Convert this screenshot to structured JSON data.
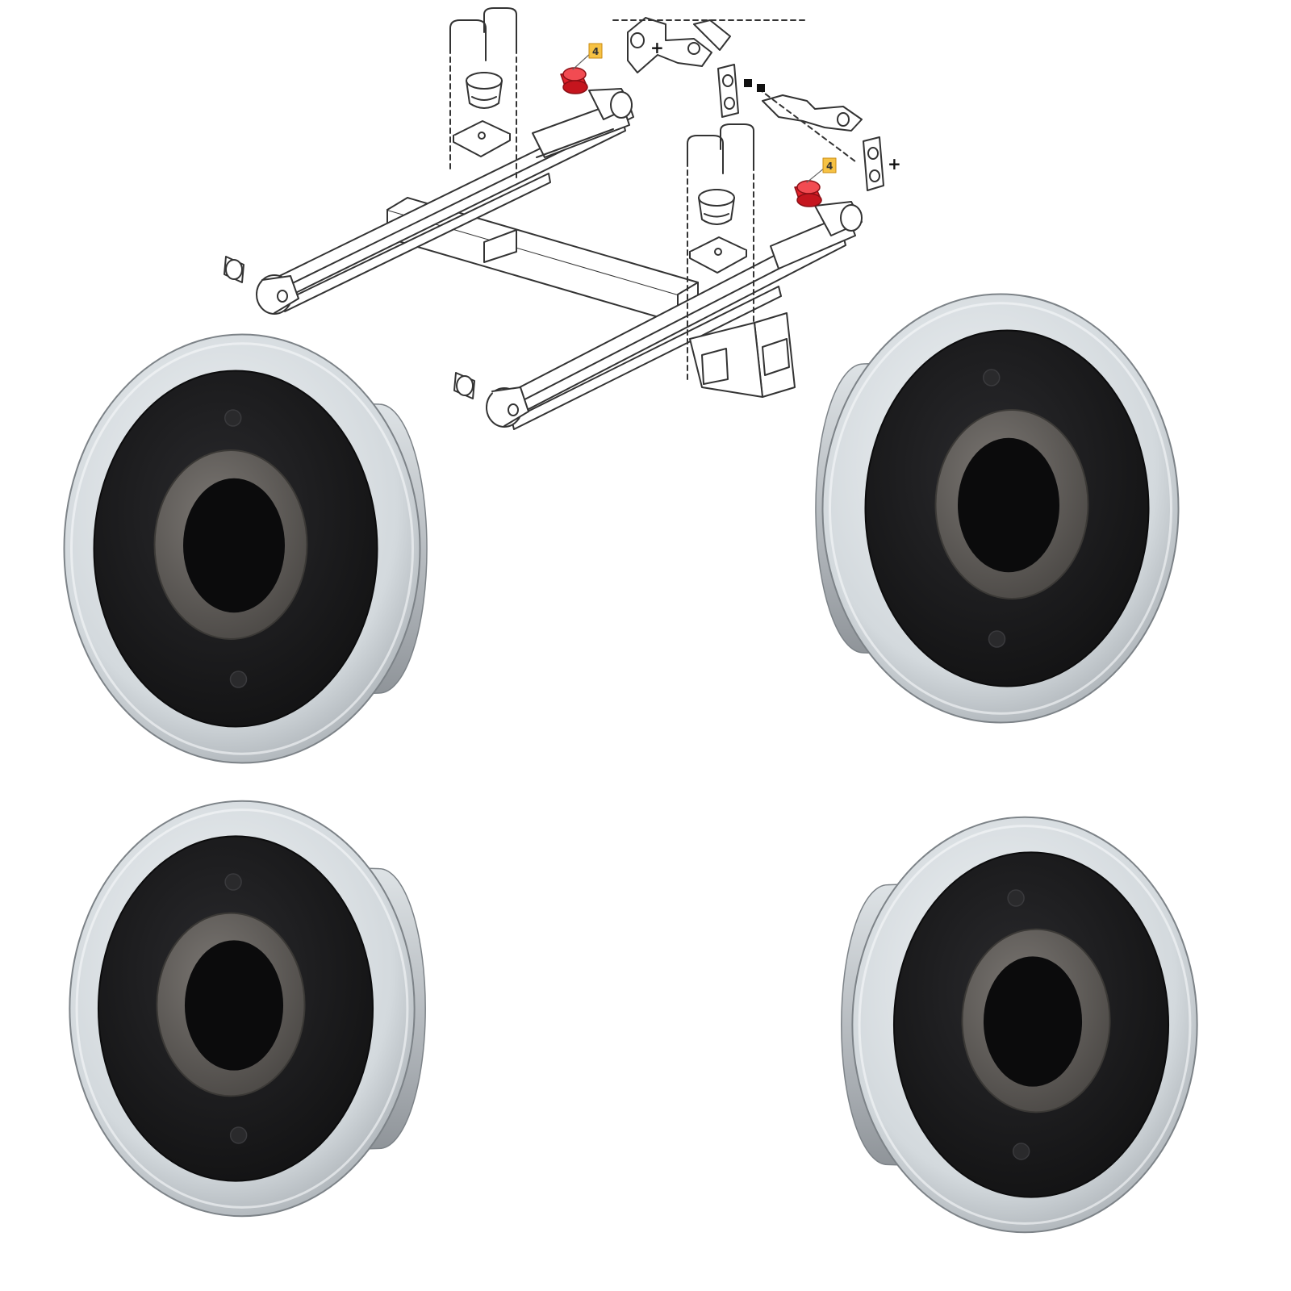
{
  "diagram": {
    "callouts": [
      {
        "label": "4"
      },
      {
        "label": "4"
      }
    ],
    "separator_marks": [
      "+",
      "+"
    ],
    "colors": {
      "line": "#333333",
      "highlight_part": "#e3212b",
      "callout_fill": "#f6c244",
      "callout_stroke": "#c98b12"
    }
  },
  "photo": {
    "item_count": 4,
    "item_name": "rubber-metal-bushing",
    "colors": {
      "metal_light": "#e6ebee",
      "metal_mid": "#b3b8bd",
      "metal_dark": "#7d8388",
      "rubber": "#1c1c1e",
      "sleeve": "#5e5b58",
      "bore": "#0b0b0c"
    }
  }
}
